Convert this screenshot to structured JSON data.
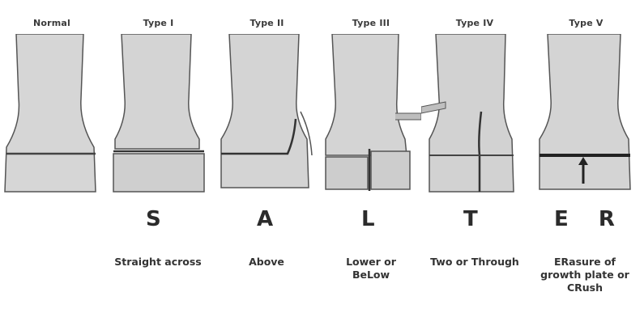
{
  "columns": [
    {
      "title": "Normal",
      "letters": "",
      "description": ""
    },
    {
      "title": "Type I",
      "letters": "S",
      "description": "Straight across"
    },
    {
      "title": "Type II",
      "letters": "A",
      "description": "Above"
    },
    {
      "title": "Type III",
      "letters": "L",
      "description": "Lower or BeLow"
    },
    {
      "title": "Type IV",
      "letters": "T",
      "description": "Two or Through"
    },
    {
      "title": "Type V",
      "letters": "E R",
      "description": "ERasure of growth plate or CRush"
    }
  ]
}
